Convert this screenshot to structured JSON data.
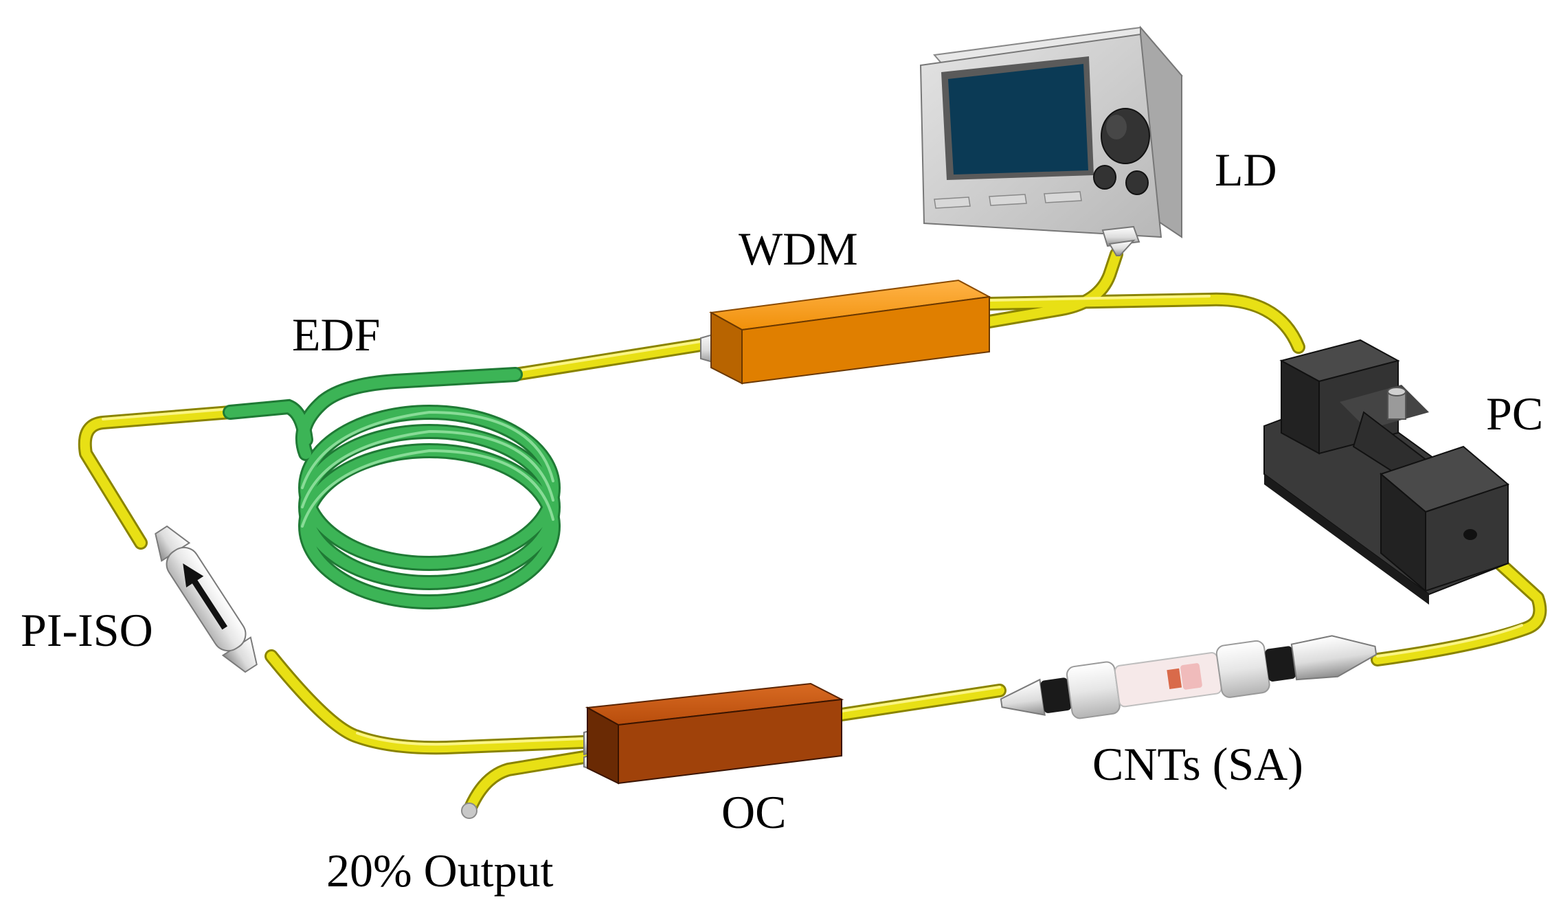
{
  "labels": {
    "ld": "LD",
    "wdm": "WDM",
    "edf": "EDF",
    "pc": "PC",
    "pi_iso": "PI-ISO",
    "cnts": "CNTs (SA)",
    "oc": "OC",
    "output": "20% Output"
  },
  "colors": {
    "fiber": "#e8e015",
    "edf_fiber": "#3cb456",
    "wdm_box": "#f0900a",
    "oc_box": "#b84d0c",
    "ld_screen": "#0b3a55",
    "pc_body": "#2a2a2a"
  }
}
